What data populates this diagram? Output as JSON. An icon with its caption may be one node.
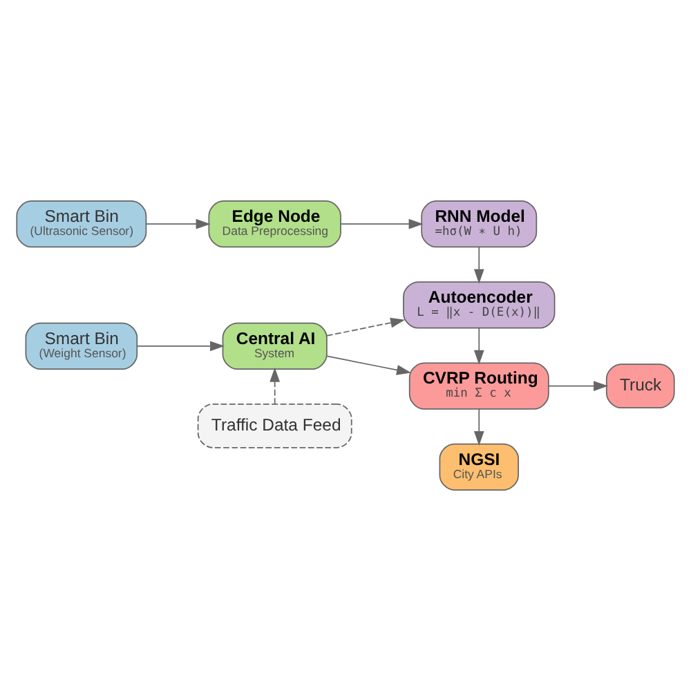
{
  "diagram": {
    "nodes": [
      {
        "text": [
          "Smart Bin",
          "(Ultrasonic Sensor)"
        ]
      },
      {
        "text": [
          "Smart Bin",
          "(Weight Sensor)"
        ]
      },
      {
        "text": [
          "Edge Node",
          "Data Preprocessing"
        ]
      },
      {
        "text": [
          "Central AI",
          "System"
        ]
      },
      {
        "text": [
          "Traffic Data Feed"
        ]
      },
      {
        "text": [
          "RNN Model",
          "=hσ(W ∗ U h)"
        ]
      },
      {
        "text": [
          "Autoencoder",
          "L = ‖x - D(E(x))‖"
        ]
      },
      {
        "text": [
          "CVRP Routing",
          "min Σ c x"
        ]
      },
      {
        "text": [
          "NGSI",
          "City APIs"
        ]
      },
      {
        "text": [
          "Truck"
        ]
      }
    ],
    "edges": [
      {
        "from": 0,
        "to": 2,
        "arrow": "to"
      },
      {
        "from": 1,
        "to": 3,
        "arrow": "to"
      },
      {
        "from": 2,
        "to": 5,
        "arrow": "to"
      },
      {
        "from": 3,
        "to": 6,
        "arrow": "to",
        "style": "dashed"
      },
      {
        "from": 3,
        "to": 7,
        "arrow": "to"
      },
      {
        "from": 5,
        "to": 6,
        "arrow": "to"
      },
      {
        "from": 6,
        "to": 7,
        "arrow": "to"
      },
      {
        "from": 7,
        "to": 8,
        "arrow": "to"
      },
      {
        "from": 7,
        "to": 9,
        "arrow": "to"
      },
      {
        "from": 4,
        "to": 3,
        "arrow": "to",
        "style": "dashed"
      }
    ]
  }
}
